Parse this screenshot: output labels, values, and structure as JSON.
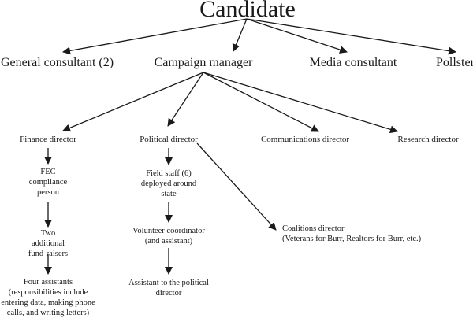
{
  "diagram": {
    "root": "Candidate",
    "level1": {
      "general_consultant": "General consultant (2)",
      "campaign_manager": "Campaign manager",
      "media_consultant": "Media consultant",
      "pollster": "Pollster"
    },
    "level2": {
      "finance_director": "Finance director",
      "political_director": "Political director",
      "communications_director": "Communications director",
      "research_director": "Research director"
    },
    "finance_chain": {
      "fec": [
        "FEC",
        "compliance",
        "person"
      ],
      "fund_raisers": [
        "Two",
        "additional",
        "fund-raisers"
      ],
      "assistants": [
        "Four assistants",
        "(responsibilities include",
        "entering data, making phone",
        "calls, and writing letters)"
      ]
    },
    "political_chain": {
      "field_staff": [
        "Field staff (6)",
        "deployed around",
        "state"
      ],
      "volunteer": [
        "Volunteer coordinator",
        "(and assistant)"
      ],
      "assistant": [
        "Assistant to the political",
        "director"
      ]
    },
    "coalitions": [
      "Coalitions director",
      "(Veterans for Burr, Realtors for Burr, etc.)"
    ],
    "edges": [
      [
        "Candidate",
        "General consultant (2)"
      ],
      [
        "Candidate",
        "Campaign manager"
      ],
      [
        "Candidate",
        "Media consultant"
      ],
      [
        "Candidate",
        "Pollster"
      ],
      [
        "Campaign manager",
        "Finance director"
      ],
      [
        "Campaign manager",
        "Political director"
      ],
      [
        "Campaign manager",
        "Communications director"
      ],
      [
        "Campaign manager",
        "Research director"
      ],
      [
        "Finance director",
        "FEC compliance person"
      ],
      [
        "FEC compliance person",
        "Two additional fund-raisers"
      ],
      [
        "Two additional fund-raisers",
        "Four assistants"
      ],
      [
        "Political director",
        "Field staff (6)"
      ],
      [
        "Field staff (6)",
        "Volunteer coordinator"
      ],
      [
        "Volunteer coordinator",
        "Assistant to the political director"
      ],
      [
        "Political director",
        "Coalitions director"
      ]
    ],
    "line_color": "#1a1a1a"
  }
}
